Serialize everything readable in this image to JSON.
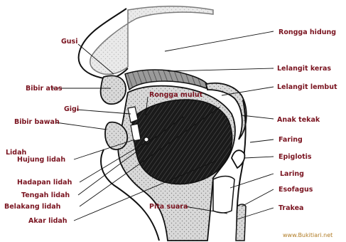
{
  "diagram": {
    "watermark": "www.Bukitiari.net",
    "labels": {
      "rongga_hidung": "Rongga hidung",
      "gusi": "Gusi",
      "lelangit_keras": "Lelangit keras",
      "lelangit_lembut": "Lelangit lembut",
      "bibir_atas": "Bibir atas",
      "rongga_mulut": "Rongga mulut",
      "gigi": "Gigi",
      "anak_tekak": "Anak tekak",
      "bibir_bawah": "Bibir bawah",
      "faring": "Faring",
      "lidah": "Lidah",
      "epiglotis": "Epiglotis",
      "hujung_lidah": "Hujung lidah",
      "laring": "Laring",
      "hadapan_lidah": "Hadapan lidah",
      "esofagus": "Esofagus",
      "tengah_lidah": "Tengah lidah",
      "belakang_lidah": "Belakang lidah",
      "pita_suara": "Pita suara",
      "trakea": "Trakea",
      "akar_lidah": "Akar lidah"
    }
  }
}
